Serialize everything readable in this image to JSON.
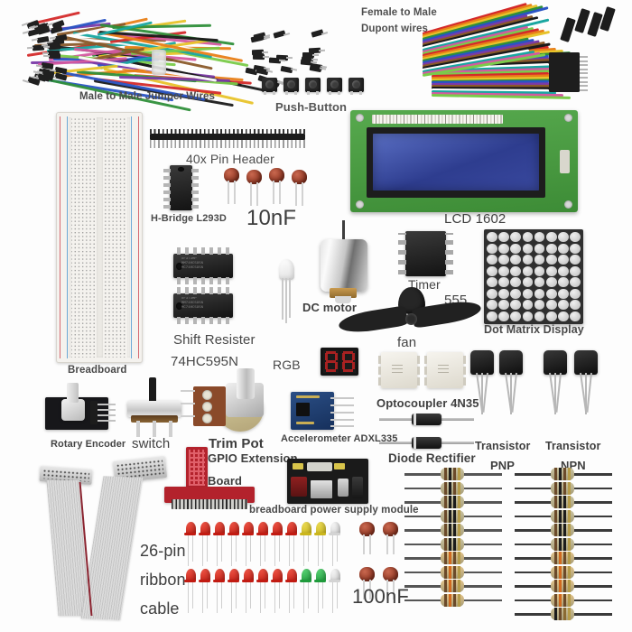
{
  "image": {
    "title": "Electronics Starter Kit Components Layout",
    "background_color": "#fdfdfd",
    "label_color": "#4a4a4a"
  },
  "labels": {
    "female_to_male": "Female to Male",
    "dupont_wires": "Dupont wires",
    "male_to_male": "Male to Male Jumper Wires",
    "push_button": "Push-Button",
    "pin_header": "40x Pin Header",
    "h_bridge": "H-Bridge L293D",
    "cap_10nf": "10nF",
    "lcd_1602": "LCD 1602",
    "shift_register": "Shift Resister",
    "shift_register_part": "74HC595N",
    "dc_motor": "DC motor",
    "timer": "Timer",
    "timer_number": "555",
    "fan": "fan",
    "dot_matrix": "Dot Matrix Display",
    "rgb": "RGB",
    "breadboard": "Breadboard",
    "rotary_encoder": "Rotary Encoder",
    "switch": "switch",
    "trim_pot": "Trim Pot",
    "gpio_extension": "GPIO Extension",
    "gpio_board": "Board",
    "accelerometer": "Accelerometer ADXL335",
    "optocoupler": "Optocoupler 4N35",
    "diode_rectifier": "Diode Rectifier",
    "transistor_pnp_1": "Transistor",
    "transistor_pnp_2": "PNP",
    "transistor_npn_1": "Transistor",
    "transistor_npn_2": "NPN",
    "psu_module": "breadboard power supply module",
    "ribbon_1": "26-pin",
    "ribbon_2": "ribbon",
    "ribbon_3": "cable",
    "cap_100nf": "100nF"
  },
  "components": {
    "push_button_count": 5,
    "dot_matrix_rows": 8,
    "dot_matrix_cols": 8,
    "ceramic_cap_10nf_count": 4,
    "ceramic_cap_100nf_count": 4,
    "dip_ic_shift_register_count": 2,
    "optocoupler_count": 2,
    "transistor_pnp_count": 2,
    "transistor_npn_count": 2,
    "diode_count": 2,
    "resistor_left_column_count": 10,
    "resistor_right_column_count": 11,
    "seven_segment_digits": 2,
    "pin_header_pins": 40,
    "led_row_top": [
      "red",
      "red",
      "red",
      "red",
      "red",
      "red",
      "red",
      "red",
      "yellow",
      "yellow",
      "white"
    ],
    "led_row_bottom": [
      "red",
      "red",
      "red",
      "red",
      "red",
      "red",
      "red",
      "red",
      "green",
      "green",
      "white"
    ],
    "ic_silkscreen": "IC 74HC595N",
    "dip_text_lines": "#F373MP\nMM74HC595N\nMC74HC595N"
  },
  "colors": {
    "pcb_green": "#4a9a42",
    "lcd_blue": "#3a4aa0",
    "red_board": "#b3222c",
    "blue_module": "#23447a",
    "led_red": "#e02a20",
    "led_yellow": "#e8d331",
    "led_green": "#2db84a",
    "led_white": "#e8e8e8",
    "cap_brown": "#9c3c25",
    "matrix_dark": "#2f2f2f",
    "body_black": "#1b1b1b",
    "metal": "#c5c5c5"
  },
  "wire_colors": [
    "#d42a2a",
    "#e88018",
    "#e8c32a",
    "#2f8f3a",
    "#2a54c4",
    "#7a3aa8",
    "#8a5a2a",
    "#1a1a1a",
    "#ffffff",
    "#19a6a0",
    "#d45aa0",
    "#7acb4a"
  ]
}
